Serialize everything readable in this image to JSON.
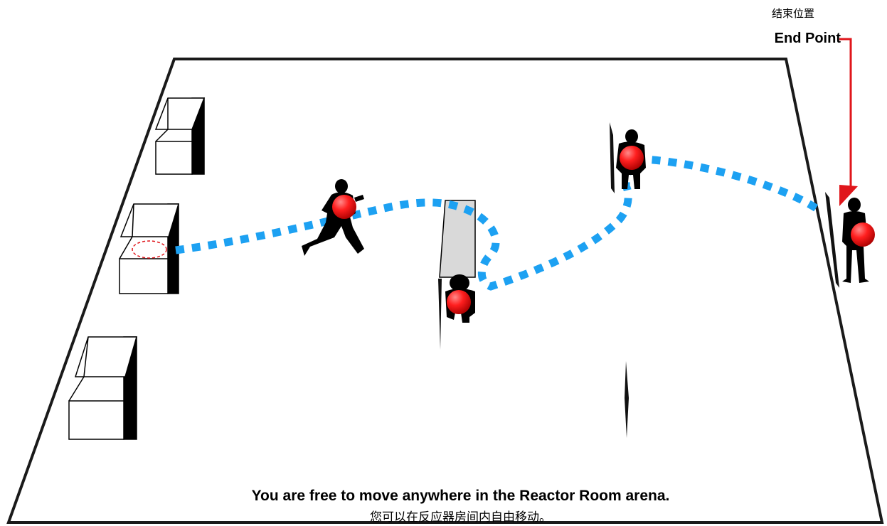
{
  "end_marker": {
    "label_cn": "结束位置",
    "label_en": "End Point",
    "arrow_color": "#e0161b"
  },
  "caption": {
    "en": "You are free to move anywhere in the Reactor Room arena.",
    "cn": "您可以在反应器房间内自由移动。"
  },
  "colors": {
    "path": "#1da1f2",
    "ball": "#e0161b",
    "floor_outline": "#1a1a1a",
    "barrier": "#111111",
    "table": "#d9d9d9"
  },
  "icons": [
    "soldier-silhouette-icon",
    "red-ball-icon",
    "start-marker-icon"
  ]
}
